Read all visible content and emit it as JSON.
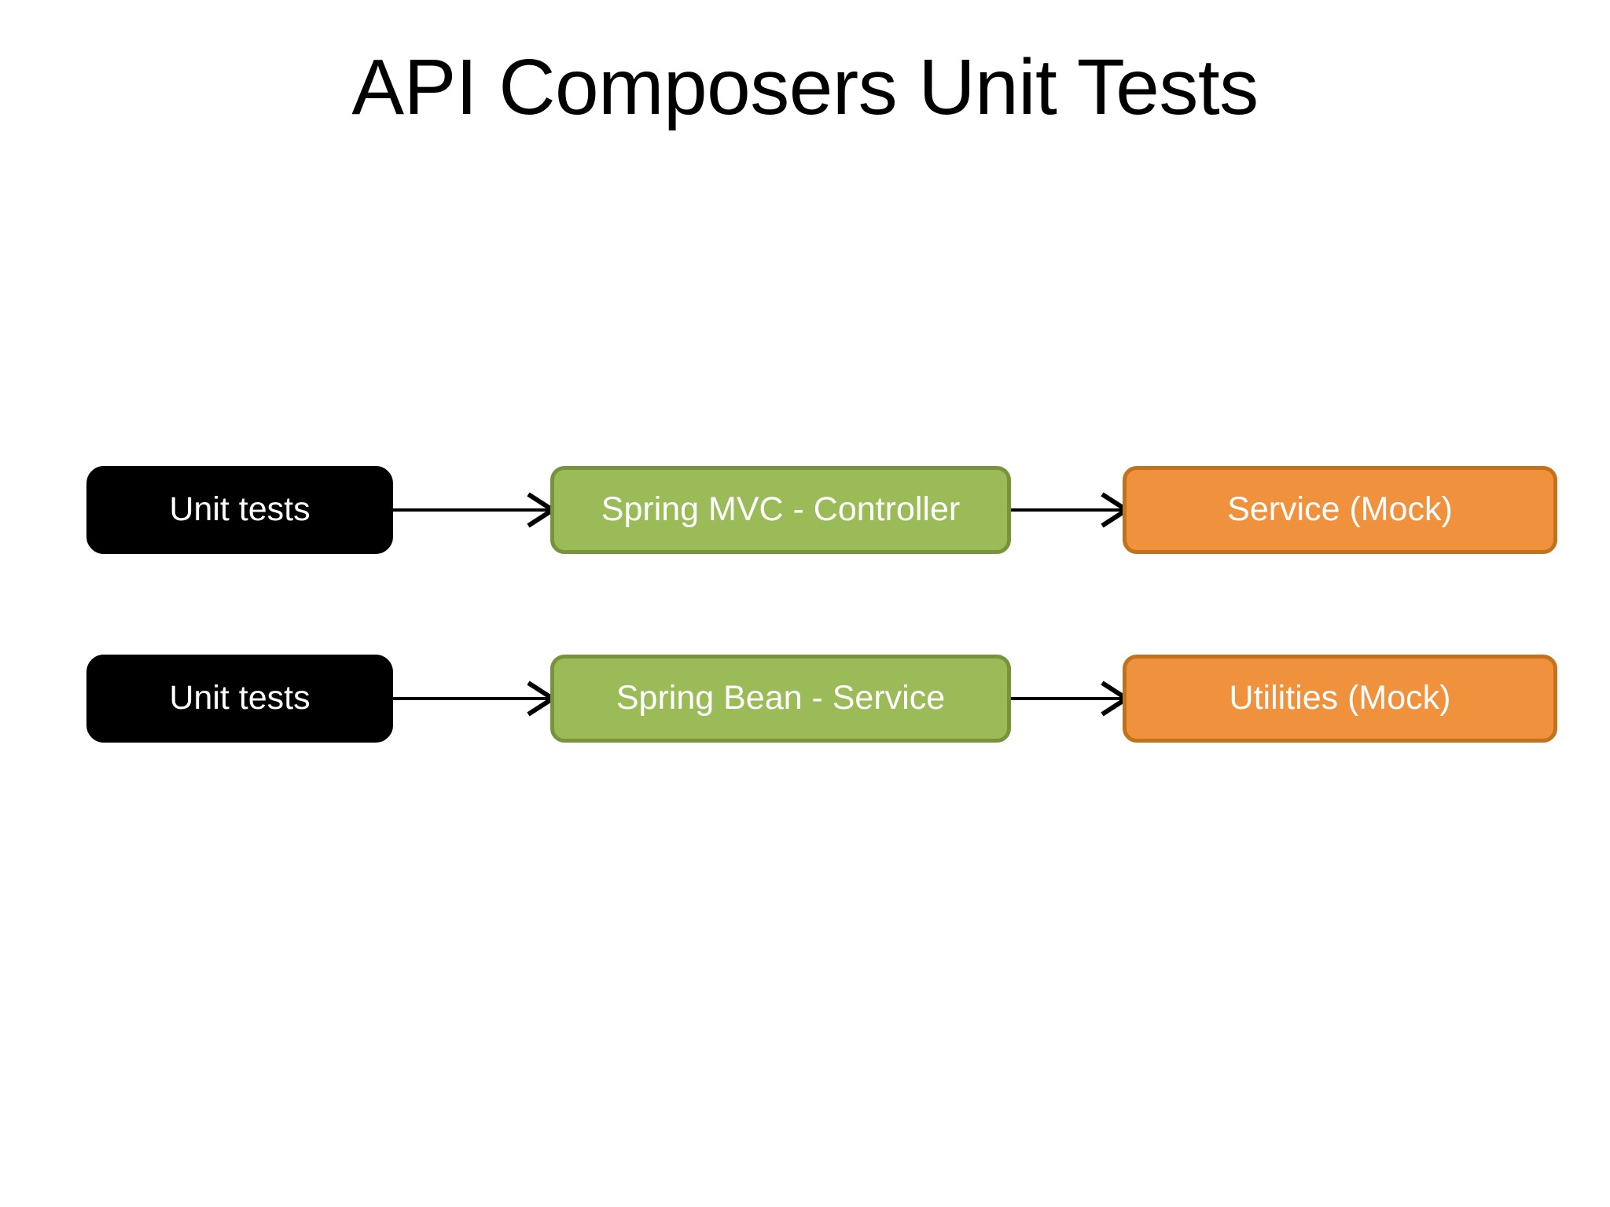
{
  "slide": {
    "title": "API Composers Unit Tests",
    "background_color": "#ffffff"
  },
  "palette": {
    "black_fill": "#000000",
    "black_text": "#ffffff",
    "green_fill": "#9bbb59",
    "green_border": "#77933c",
    "orange_fill": "#f0913e",
    "orange_border": "#c1721c",
    "arrow_color": "#000000",
    "title_color": "#000000"
  },
  "diagram": {
    "type": "flow",
    "rows": [
      {
        "id": "row-1",
        "nodes": [
          {
            "id": "unit-tests-1",
            "label": "Unit tests",
            "style": "black"
          },
          {
            "id": "spring-mvc-controller",
            "label": "Spring MVC - Controller",
            "style": "green"
          },
          {
            "id": "service-mock",
            "label": "Service (Mock)",
            "style": "orange"
          }
        ],
        "connectors": [
          {
            "id": "arrow-1a",
            "from": "unit-tests-1",
            "to": "spring-mvc-controller",
            "kind": "arrow-right"
          },
          {
            "id": "arrow-1b",
            "from": "spring-mvc-controller",
            "to": "service-mock",
            "kind": "arrow-right"
          }
        ]
      },
      {
        "id": "row-2",
        "nodes": [
          {
            "id": "unit-tests-2",
            "label": "Unit tests",
            "style": "black"
          },
          {
            "id": "spring-bean-service",
            "label": "Spring Bean - Service",
            "style": "green"
          },
          {
            "id": "utilities-mock",
            "label": "Utilities (Mock)",
            "style": "orange"
          }
        ],
        "connectors": [
          {
            "id": "arrow-2a",
            "from": "unit-tests-2",
            "to": "spring-bean-service",
            "kind": "arrow-right"
          },
          {
            "id": "arrow-2b",
            "from": "spring-bean-service",
            "to": "utilities-mock",
            "kind": "arrow-right"
          }
        ]
      }
    ]
  }
}
